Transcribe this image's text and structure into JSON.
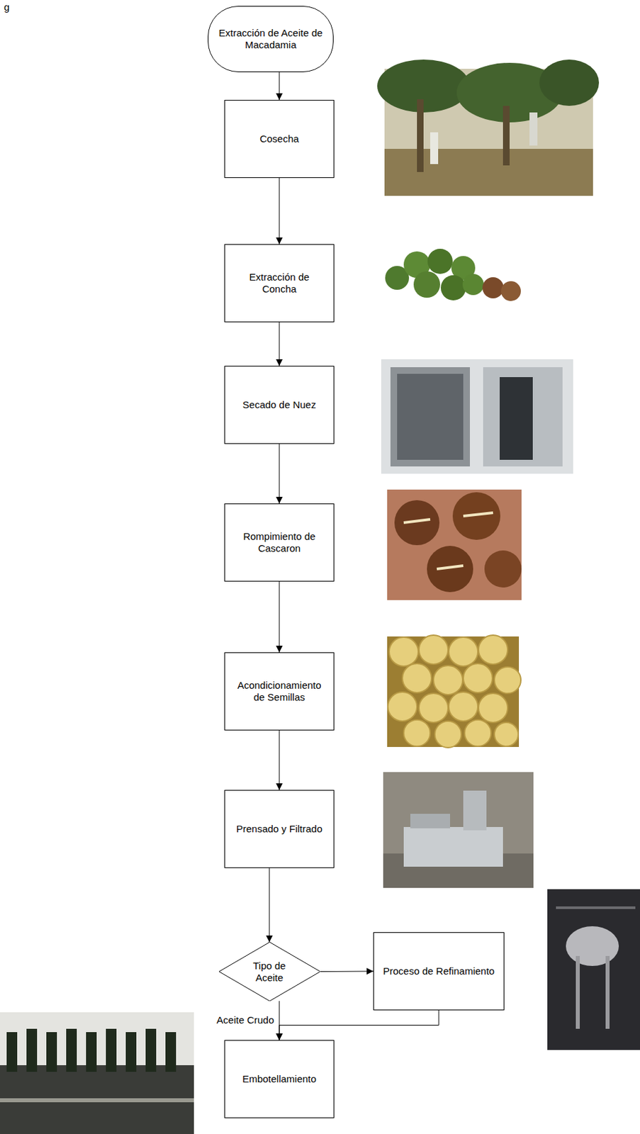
{
  "diagram": {
    "nodes": [
      {
        "text": [
          "Extracción de Aceite de Macadamia"
        ]
      },
      {
        "text": [
          "Cosecha"
        ]
      },
      {
        "text": [
          "Extracción de Concha"
        ]
      },
      {
        "text": [
          "Secado de Nuez"
        ]
      },
      {
        "text": [
          "Rompimiento de Cascaron"
        ]
      },
      {
        "text": [
          "Acondicionamiento de Semillas"
        ]
      },
      {
        "text": [
          "Prensado y Filtrado"
        ]
      },
      {
        "text": [
          "Tipo de Aceite"
        ]
      },
      {
        "text": [
          "Proceso de Refinamiento"
        ]
      },
      {
        "text": [
          "Embotellamiento"
        ]
      }
    ],
    "edges": [
      {
        "from": 0,
        "to": 1,
        "arrow": "to"
      },
      {
        "from": 1,
        "to": 2,
        "arrow": "to"
      },
      {
        "from": 2,
        "to": 3,
        "arrow": "to"
      },
      {
        "from": 3,
        "to": 4,
        "arrow": "to"
      },
      {
        "from": 4,
        "to": 5,
        "arrow": "to"
      },
      {
        "from": 5,
        "to": 6,
        "arrow": "to"
      },
      {
        "from": 6,
        "to": 7,
        "arrow": "to"
      },
      {
        "from": 7,
        "to": 8,
        "arrow": "to"
      },
      {
        "from": 7,
        "to": 9,
        "label": "Aceite Crudo",
        "arrow": "to"
      },
      {
        "from": 8,
        "to": 9,
        "arrow": "to"
      }
    ],
    "labels": [
      "g"
    ]
  }
}
